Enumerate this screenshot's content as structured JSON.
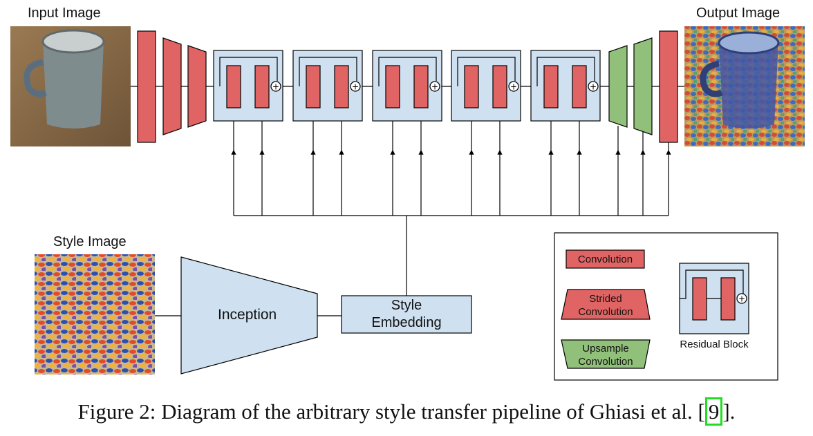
{
  "labels": {
    "input_image": "Input Image",
    "output_image": "Output Image",
    "style_image": "Style Image",
    "inception": "Inception",
    "style_embedding_line1": "Style",
    "style_embedding_line2": "Embedding"
  },
  "legend": {
    "convolution": "Convolution",
    "strided_line1": "Strided",
    "strided_line2": "Convolution",
    "upsample_line1": "Upsample",
    "upsample_line2": "Convolution",
    "residual_block": "Residual Block"
  },
  "caption": {
    "prefix": "Figure 2: Diagram of the arbitrary style transfer pipeline of Ghiasi et al. [",
    "ref": "9",
    "suffix": "]."
  },
  "colors": {
    "conv_red": "#e06464",
    "upsample_green": "#90c07a",
    "block_blue": "#cfe0f0",
    "line": "#000000",
    "ref_highlight": "#22dd22"
  },
  "counts": {
    "residual_blocks": 5
  }
}
